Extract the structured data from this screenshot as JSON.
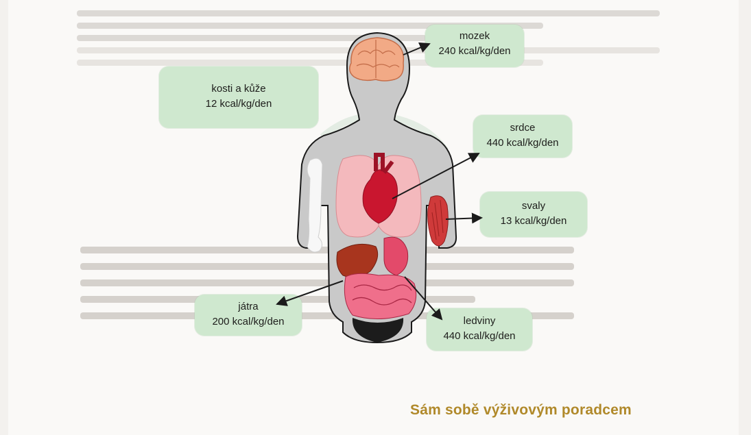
{
  "callouts": {
    "brain": {
      "label": "mozek",
      "value": "240 kcal/kg/den"
    },
    "bones": {
      "label": "kosti a kůže",
      "value": "12 kcal/kg/den"
    },
    "heart": {
      "label": "srdce",
      "value": "440 kcal/kg/den"
    },
    "muscles": {
      "label": "svaly",
      "value": "13 kcal/kg/den"
    },
    "liver": {
      "label": "játra",
      "value": "200 kcal/kg/den"
    },
    "kidneys": {
      "label": "ledviny",
      "value": "440 kcal/kg/den"
    }
  },
  "footer": "Sám sobě výživovým poradcem",
  "colors": {
    "callout_bg": "#cfe8cf",
    "footer_text": "#b0892a",
    "body_silhouette": "#c9c9c9",
    "brain": "#f0a884",
    "organs": "#d9283e"
  }
}
